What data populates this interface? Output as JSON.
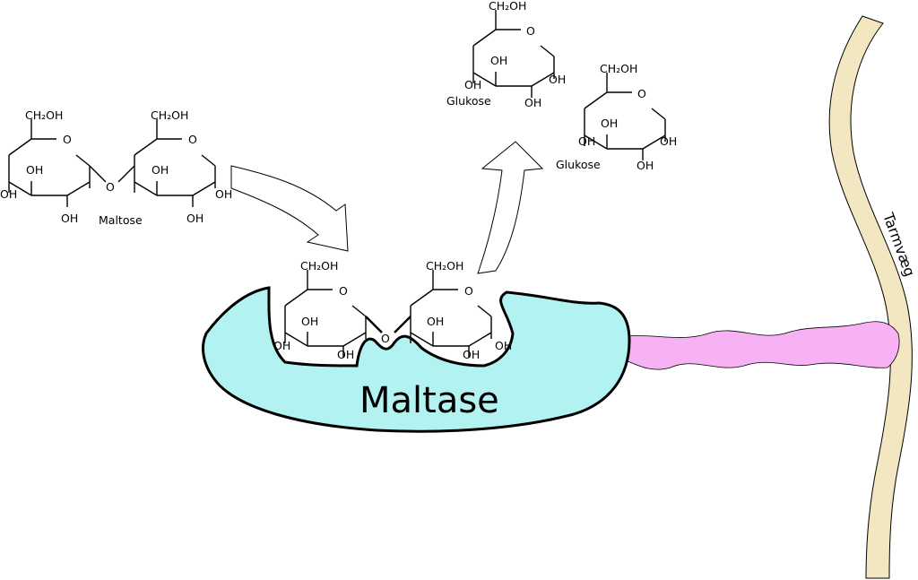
{
  "labels": {
    "maltose": "Maltose",
    "glucose_1": "Glukose",
    "glucose_2": "Glukose",
    "enzyme": "Maltase",
    "wall": "Tarmvæg"
  },
  "chem": {
    "ch2oh": "CH₂OH",
    "oh": "OH",
    "o": "O"
  },
  "colors": {
    "enzyme_fill": "#b2f2f0",
    "anchor_fill": "#f7b1f5",
    "wall_fill": "#f2e7c1",
    "stroke": "#000000"
  }
}
